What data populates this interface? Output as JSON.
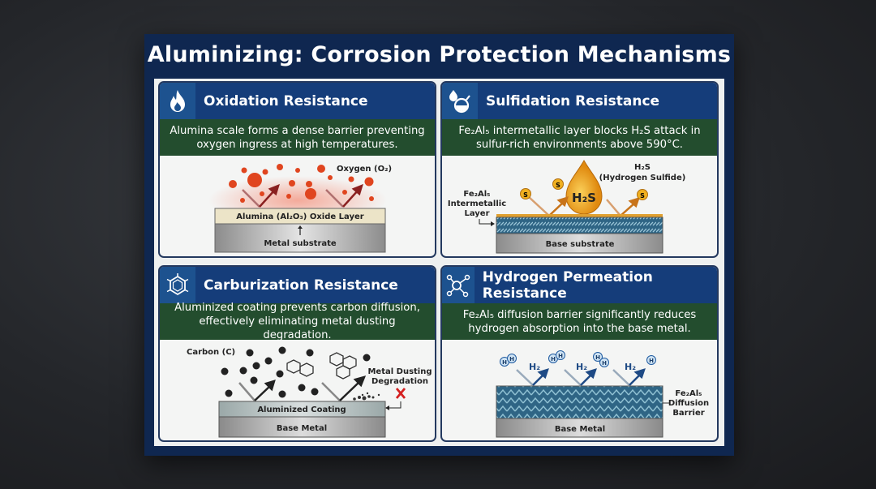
{
  "title": "Aluminizing: Corrosion Protection Mechanisms",
  "colors": {
    "poster": "#0f2750",
    "header": "#153d7a",
    "description_band": "#234d2e",
    "oxygen": "#e0451f",
    "sulfur": "#f0a318",
    "carbon": "#222222",
    "hydrogen": "#1e5aa0"
  },
  "panels": [
    {
      "icon": "flame-icon",
      "title": "Oxidation Resistance",
      "description": [
        "Alumina scale forms a dense barrier preventing",
        "oxygen ingress at high temperatures."
      ],
      "labels": {
        "species": "Oxygen (O₂)",
        "layer": "Alumina (Al₂O₃) Oxide Layer",
        "substrate": "Metal substrate"
      }
    },
    {
      "icon": "droplet-flask-icon",
      "title": "Sulfidation Resistance",
      "description": [
        "Fe₂Al₅ intermetallic layer blocks H₂S attack in",
        "sulfur-rich environments above 590°C."
      ],
      "labels": {
        "species_formula": "H₂S",
        "species_name": "(Hydrogen Sulfide)",
        "drop": "H₂S",
        "atom": "S",
        "layer_1": "Fe₂Al₅",
        "layer_2": "Intermetallic",
        "layer_3": "Layer",
        "substrate": "Base substrate"
      }
    },
    {
      "icon": "hexagon-molecule-icon",
      "title": "Carburization Resistance",
      "description": [
        "Aluminized coating prevents carbon diffusion,",
        "effectively eliminating metal dusting degradation."
      ],
      "labels": {
        "species": "Carbon (C)",
        "degradation_1": "Metal Dusting",
        "degradation_2": "Degradation",
        "layer": "Aluminized Coating",
        "substrate": "Base Metal"
      }
    },
    {
      "icon": "molecule-network-icon",
      "title": "Hydrogen Permeation Resistance",
      "description": [
        "Fe₂Al₅ diffusion barrier significantly reduces",
        "hydrogen absorption into the base metal."
      ],
      "labels": {
        "species": "H₂",
        "atom": "H",
        "layer_1": "Fe₂Al₅",
        "layer_2": "Diffusion",
        "layer_3": "Barrier",
        "substrate": "Base Metal"
      }
    }
  ]
}
